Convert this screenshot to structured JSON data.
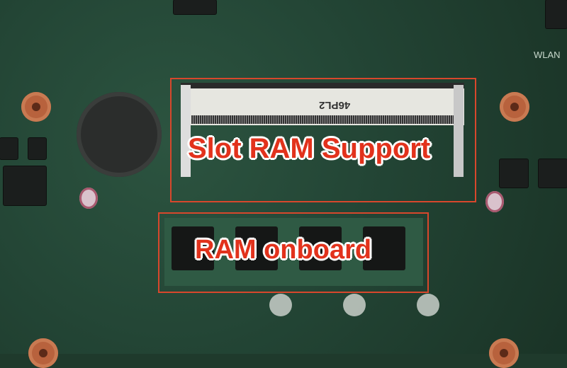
{
  "annotations": {
    "slot_label": "Slot RAM Support",
    "onboard_label": "RAM onboard",
    "box_color": "#d8472c",
    "text_color": "#e2321c"
  },
  "board": {
    "slot_code": "46PL2",
    "wlan_label": "WLAN"
  }
}
